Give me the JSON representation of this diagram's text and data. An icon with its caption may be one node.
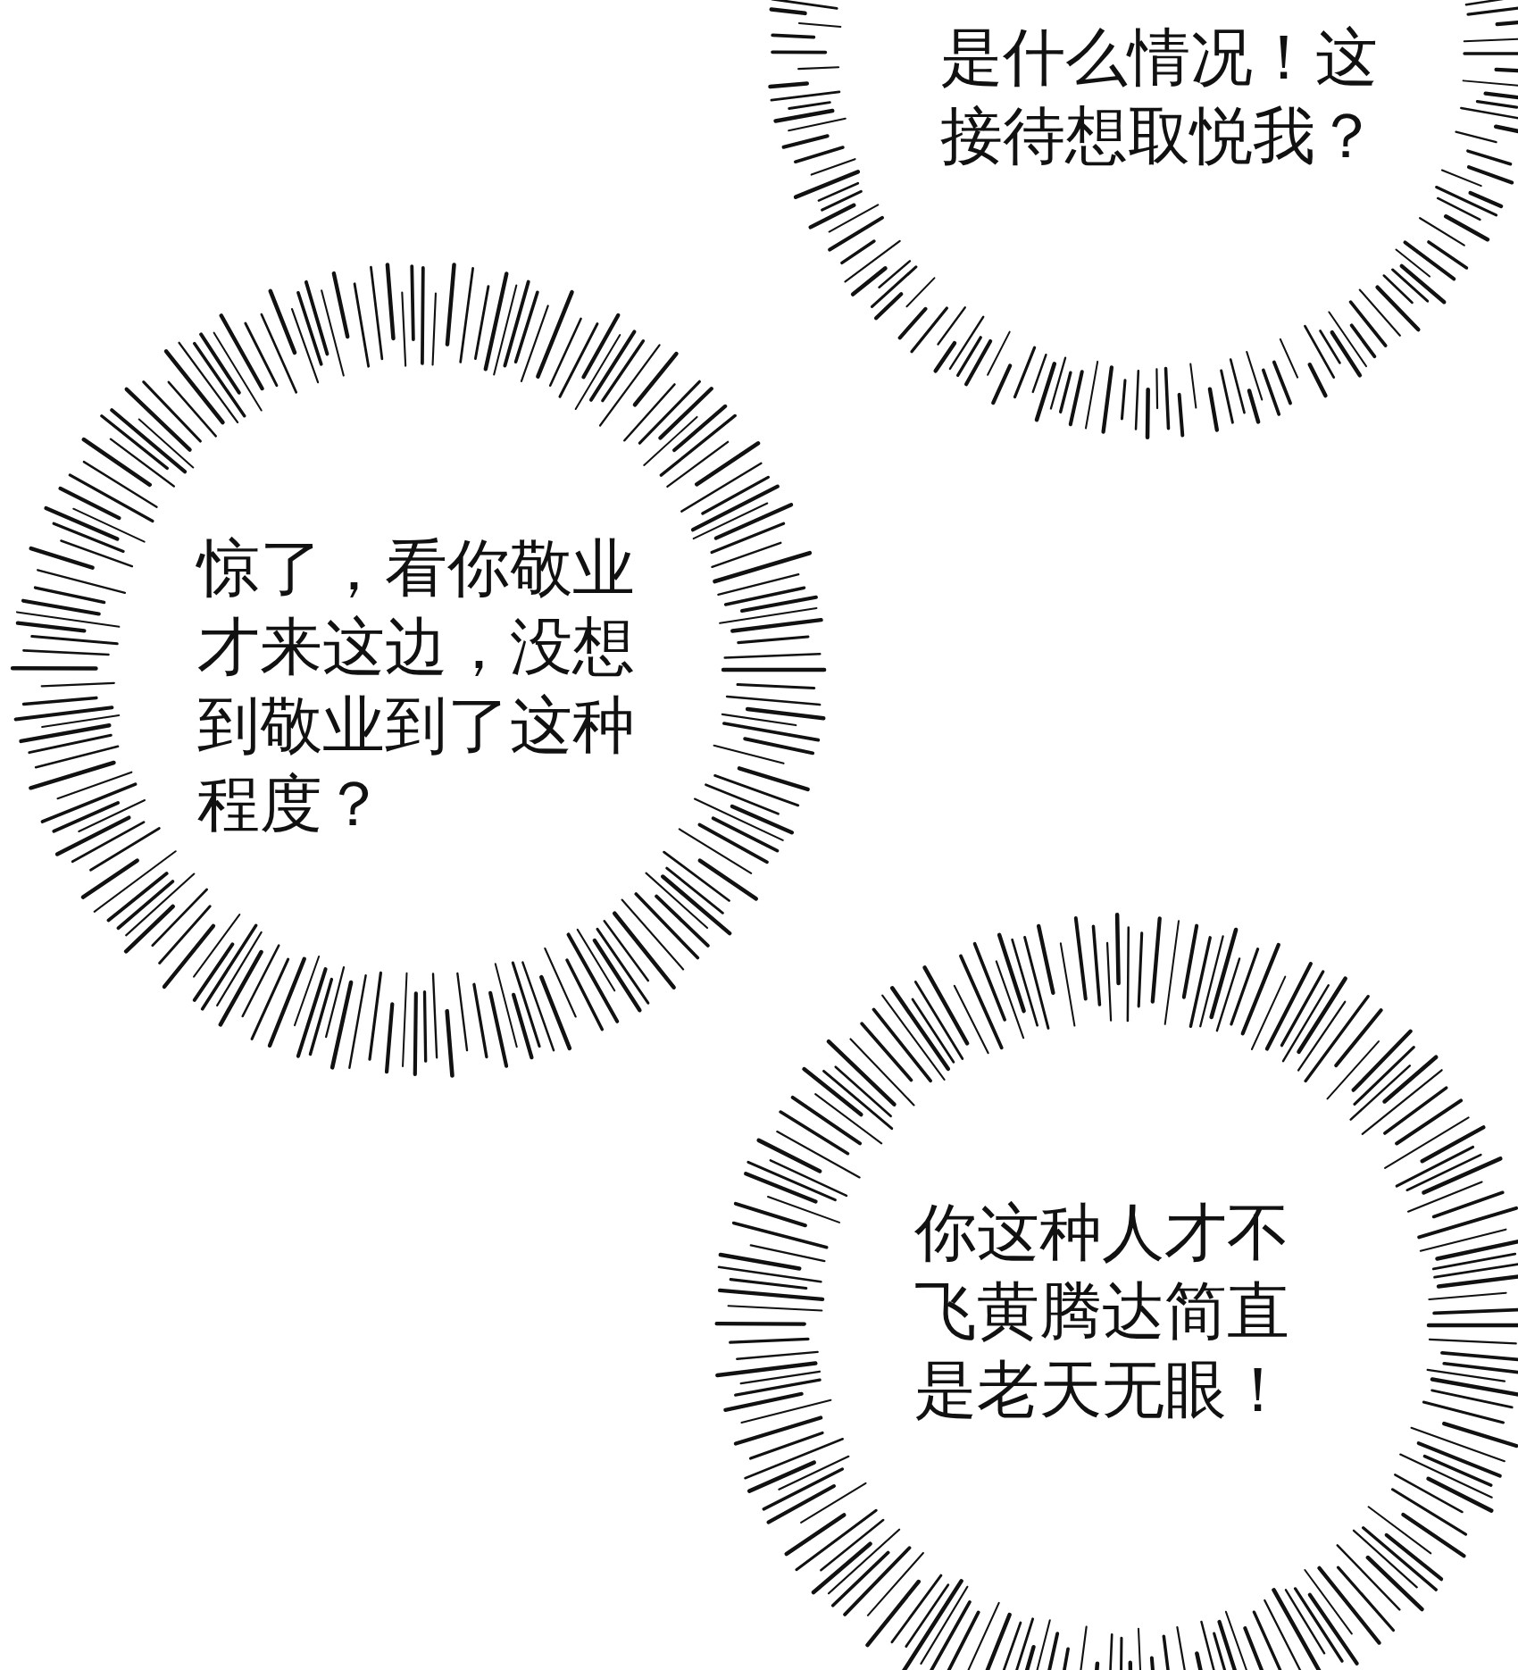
{
  "diagram": {
    "nodes": [
      {
        "text": [
          "是什么情况！这接待想取悦我？"
        ]
      },
      {
        "text": [
          "惊了，看你敬业才来这边，没想到敬业到了这种程度？"
        ]
      },
      {
        "text": [
          "你这种人才不飞黄腾达简直是老天无眼！"
        ]
      }
    ]
  }
}
